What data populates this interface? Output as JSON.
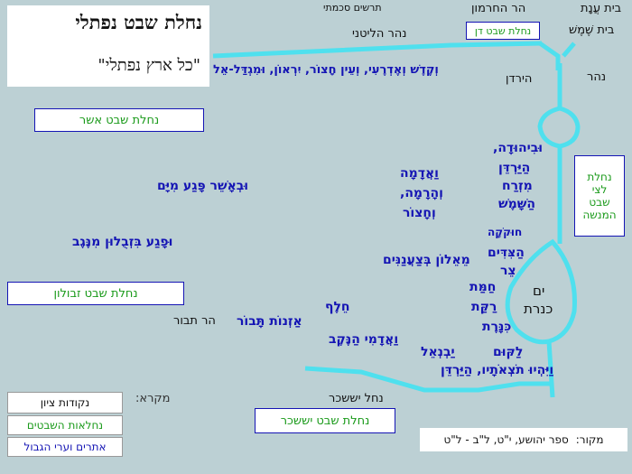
{
  "title": {
    "main": "נחלת שבט נפתלי",
    "quote": "\"כל ארץ נפתלי\""
  },
  "credit": "תרשים סכמתי",
  "tribe_boxes": {
    "dan": "נחלת שבט דן",
    "asher": "נחלת שבט אשר",
    "zevulun": "נחלת שבט זבולון",
    "yissachar": "נחלת שבט יששכר",
    "menashe": [
      "נחלת",
      "לצי",
      "שבט",
      "המנשה"
    ]
  },
  "geo_labels": {
    "beit_anat": "בית עֲנָת",
    "har_hermon": "הר החרמון",
    "beit_shemesh": "בית שֶׁמֶשׁ",
    "nahar_litani": "נהר הליטני",
    "nahar_yarden_right": "נהר",
    "nahar_yarden": "הירדן",
    "yam_kineret_1": "ים",
    "yam_kineret_2": "כנרת",
    "har_tavor": "הר תבור",
    "nahal_yissachar": "נחל יששכר"
  },
  "cities": {
    "northern_list": "וְקֶדֶשׁ וְאֶדְרֶעִי, וְעֵין חָצוֹר, יִרְאוֹן, וּמִגְדַּל-אֵל",
    "yehuda": "וּבִיהוּדָה,",
    "hayarden": "הַיַּרְדֵּן",
    "mizrach": "מִזְרַח",
    "hashamesh": "הַשָּׁמֶשׁ",
    "adama": "וַאֲדָמָה",
    "harama": "וְהָרָמָה,",
    "hatzor": "וְחָצוֹר",
    "ubaasher": "וּבְאָשֵׁר פָּגַע מִיָּם",
    "ufaga_zevulun": "וּפָגַע בִּזְבֻלוּן מִנֶּגֶב",
    "hukok": "חוּקֹקָה",
    "hatzidim": "הַצִּדִּים",
    "mealon": "מֵאֵלוֹן בְּצַעֲנַנִּים",
    "tzer": "צֵר",
    "chamat": "חַמַּת",
    "rakat": "רַקַּת",
    "kinneret": "כִּנָּרֶת",
    "helef": "חֵלֶף",
    "aznot": "אַזְנוֹת תָּבוֹר",
    "adami": "וַאֲדָמִי הַנֶּקֶב",
    "yavneel": "יַבְנְאֵל",
    "lakum": "לַקּוּם",
    "vayihyu": "וַיִּהְיוּ תֹצְאֹתָיו, הַיַּרְדֵּן"
  },
  "legend": {
    "label": "מקרא:",
    "items": [
      "נקודות ציון",
      "נחלאות השבטים",
      "אתרים וערי הגבול"
    ],
    "colors": [
      "#111111",
      "#1a9a1a",
      "#1414b4"
    ]
  },
  "source": {
    "label": "מקור:",
    "text": "ספר יהושע, י\"ט, ל\"ב - ל\"ט"
  },
  "colors": {
    "water": "#4fe0ee",
    "names": "#1414b4",
    "tribes": "#1a9a1a"
  }
}
